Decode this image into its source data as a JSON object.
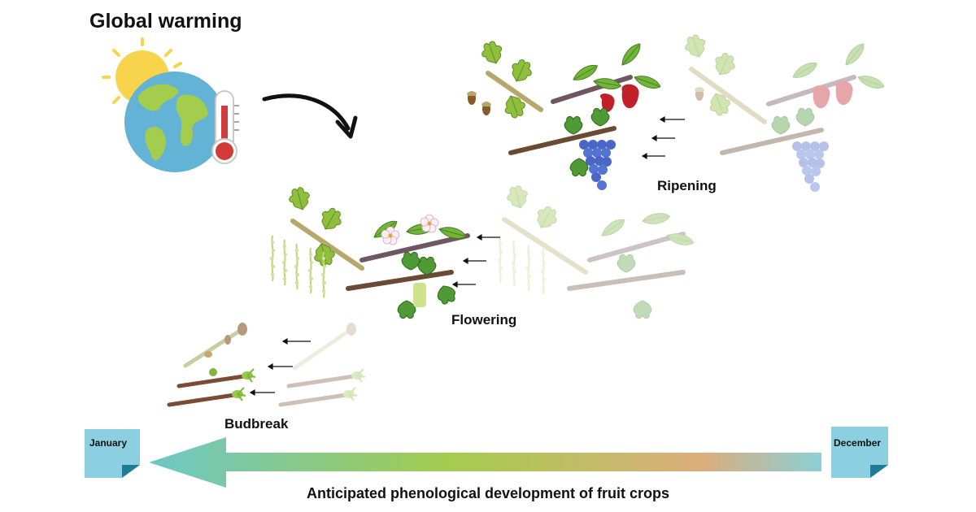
{
  "title": "Global warming",
  "stages": {
    "ripening": "Ripening",
    "flowering": "Flowering",
    "budbreak": "Budbreak"
  },
  "timeline": {
    "start_label": "January",
    "end_label": "December",
    "caption": "Anticipated phenological development of fruit crops",
    "gradient_colors": [
      "#6cc7c7",
      "#a4cc4d",
      "#dcad7c",
      "#8ccfd6"
    ]
  },
  "icons": [
    "sun-icon",
    "earth-icon",
    "thermometer-icon",
    "curved-arrow-icon",
    "oak-branch-icon",
    "cherry-branch-icon",
    "grapevine-icon",
    "bud-twig-icon",
    "calendar-note-icon"
  ]
}
